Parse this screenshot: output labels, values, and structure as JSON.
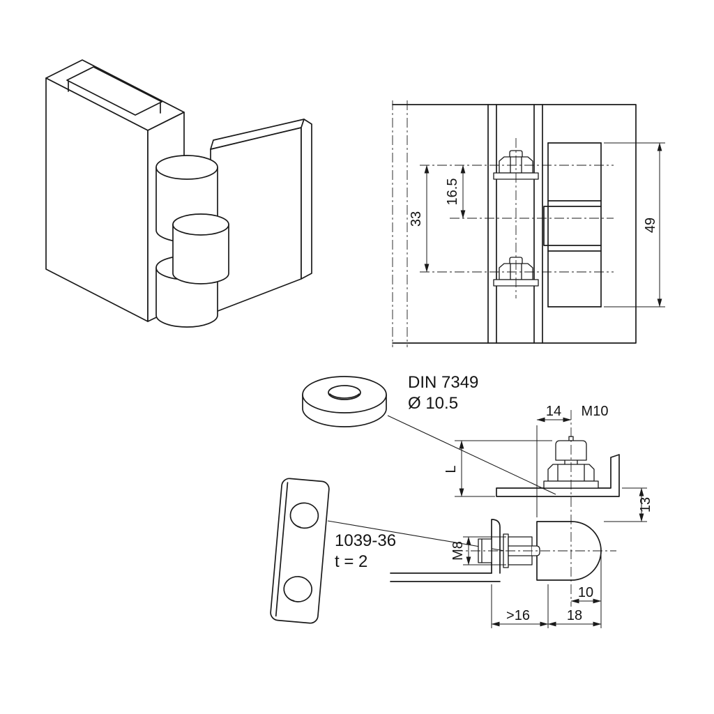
{
  "colors": {
    "ink": "#1a1a1a",
    "background": "#ffffff"
  },
  "washer_label": {
    "standard": "DIN 7349",
    "diameter": "Ø 10.5"
  },
  "plate_label": {
    "part": "1039-36",
    "thickness": "t = 2"
  },
  "front_view": {
    "dim_center_offset": "16.5",
    "dim_bolt_spacing": "33",
    "dim_hinge_height": "49"
  },
  "side_view": {
    "dim_offset": "14",
    "thread_top": "M10",
    "dim_length": "L",
    "thread_side": "M8",
    "dim_lip_height": "13",
    "dim_pin_offset": "10",
    "dim_min_clearance": ">16",
    "dim_knuckle_width": "18"
  }
}
